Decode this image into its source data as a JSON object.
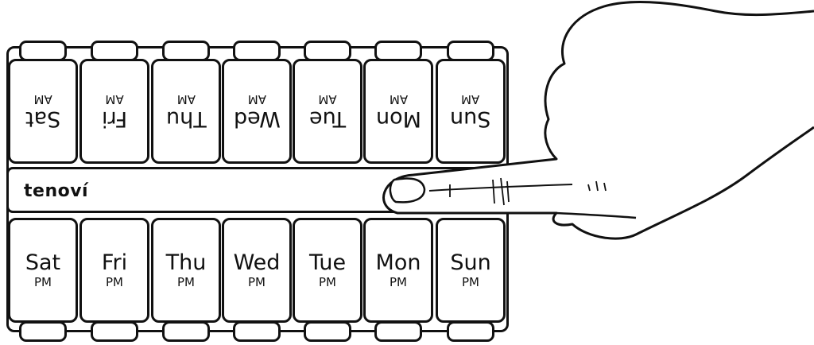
{
  "brand": "tenoví",
  "am_label": "AM",
  "pm_label": "PM",
  "days": [
    "Sat",
    "Fri",
    "Thu",
    "Wed",
    "Tue",
    "Mon",
    "Sun"
  ]
}
